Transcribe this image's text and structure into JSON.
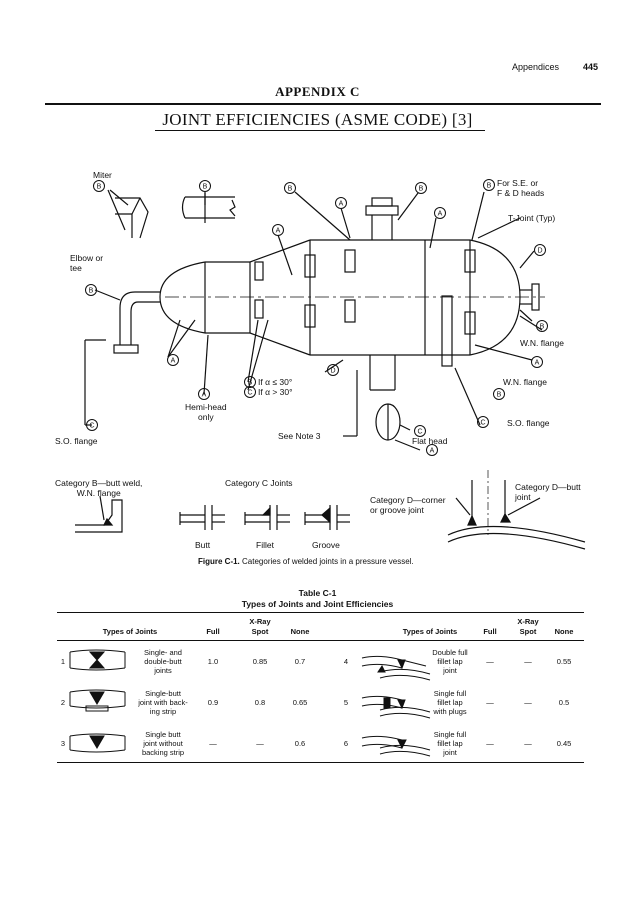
{
  "header": {
    "section": "Appendices",
    "page_number": "445"
  },
  "appendix_title": "APPENDIX C",
  "chapter_title": "JOINT EFFICIENCIES (ASME CODE) [3]",
  "figure": {
    "labels": {
      "miter": "Miter",
      "elbow_or_tee": "Elbow or\ntee",
      "for_se_fd_heads": "For S.E. or\nF & D heads",
      "t_joint": "T-Joint (Typ)",
      "wn_flange_1": "W.N. flange",
      "wn_flange_2": "W.N. flange",
      "so_flange_right": "S.O. flange",
      "so_flange_left": "S.O. flange",
      "hemi_head_only": "Hemi-head\nonly",
      "if_alpha_le": "If α ≤ 30°",
      "if_alpha_gt": "If α > 30°",
      "see_note_3": "See Note 3",
      "flat_head": "Flat head"
    },
    "cat_labels": {
      "cat_b": "Category B—butt weld,\nW.N. flange",
      "cat_c": "Category C Joints",
      "cat_d_corner": "Category D—corner\nor groove joint",
      "cat_d_butt": "Category D—butt\njoint",
      "butt": "Butt",
      "fillet": "Fillet",
      "groove": "Groove"
    },
    "caption_label": "Figure C-1.",
    "caption_text": "Categories of welded joints in a pressure vessel."
  },
  "table": {
    "label": "Table C-1",
    "title": "Types of Joints and Joint Efficiencies",
    "xray_header": "X-Ray",
    "columns": [
      "Types of Joints",
      "Full",
      "Spot",
      "None"
    ],
    "left_rows": [
      {
        "num": "1",
        "desc": "Single- and\ndouble-butt\njoints",
        "full": "1.0",
        "spot": "0.85",
        "none": "0.7"
      },
      {
        "num": "2",
        "desc": "Single-butt\njoint with back-\ning strip",
        "full": "0.9",
        "spot": "0.8",
        "none": "0.65"
      },
      {
        "num": "3",
        "desc": "Single butt\njoint without\nbacking strip",
        "full": "—",
        "spot": "—",
        "none": "0.6"
      }
    ],
    "right_rows": [
      {
        "num": "4",
        "desc": "Double full\nfillet lap\njoint",
        "full": "—",
        "spot": "—",
        "none": "0.55"
      },
      {
        "num": "5",
        "desc": "Single full\nfillet lap\nwith plugs",
        "full": "—",
        "spot": "—",
        "none": "0.5"
      },
      {
        "num": "6",
        "desc": "Single full\nfillet lap\njoint",
        "full": "—",
        "spot": "—",
        "none": "0.45"
      }
    ]
  }
}
